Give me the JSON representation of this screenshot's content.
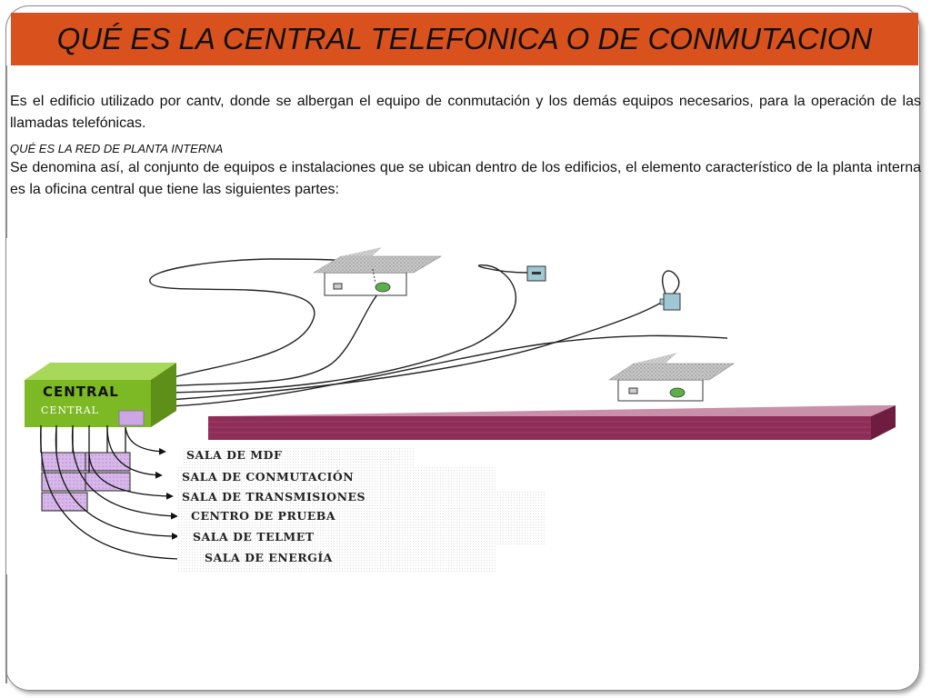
{
  "slide": {
    "title": "QUÉ ES LA CENTRAL TELEFONICA O DE CONMUTACION",
    "paragraph1": "Es el edificio utilizado por cantv, donde se albergan el equipo de conmutación y los demás equipos necesarios, para la operación de las llamadas telefónicas.",
    "subheading": "QUÉ ES LA RED DE PLANTA INTERNA",
    "paragraph2": "Se denomina así, al conjunto de equipos e instalaciones que se ubican dentro de los edificios, el elemento característico de la planta interna es la oficina central que tiene las siguientes partes:",
    "title_bg_color": "#d9521e"
  },
  "diagram": {
    "central_label": "CENTRAL",
    "central_sublabel": "CENTRAL",
    "central_color": "#7cb924",
    "parts": [
      "SALA DE MDF",
      "SALA DE CONMUTACIÓN",
      "SALA DE TRANSMISIONES",
      "CENTRO DE PRUEBA",
      "SALA  DE TELMET",
      "SALA DE ENERGÍA"
    ]
  }
}
